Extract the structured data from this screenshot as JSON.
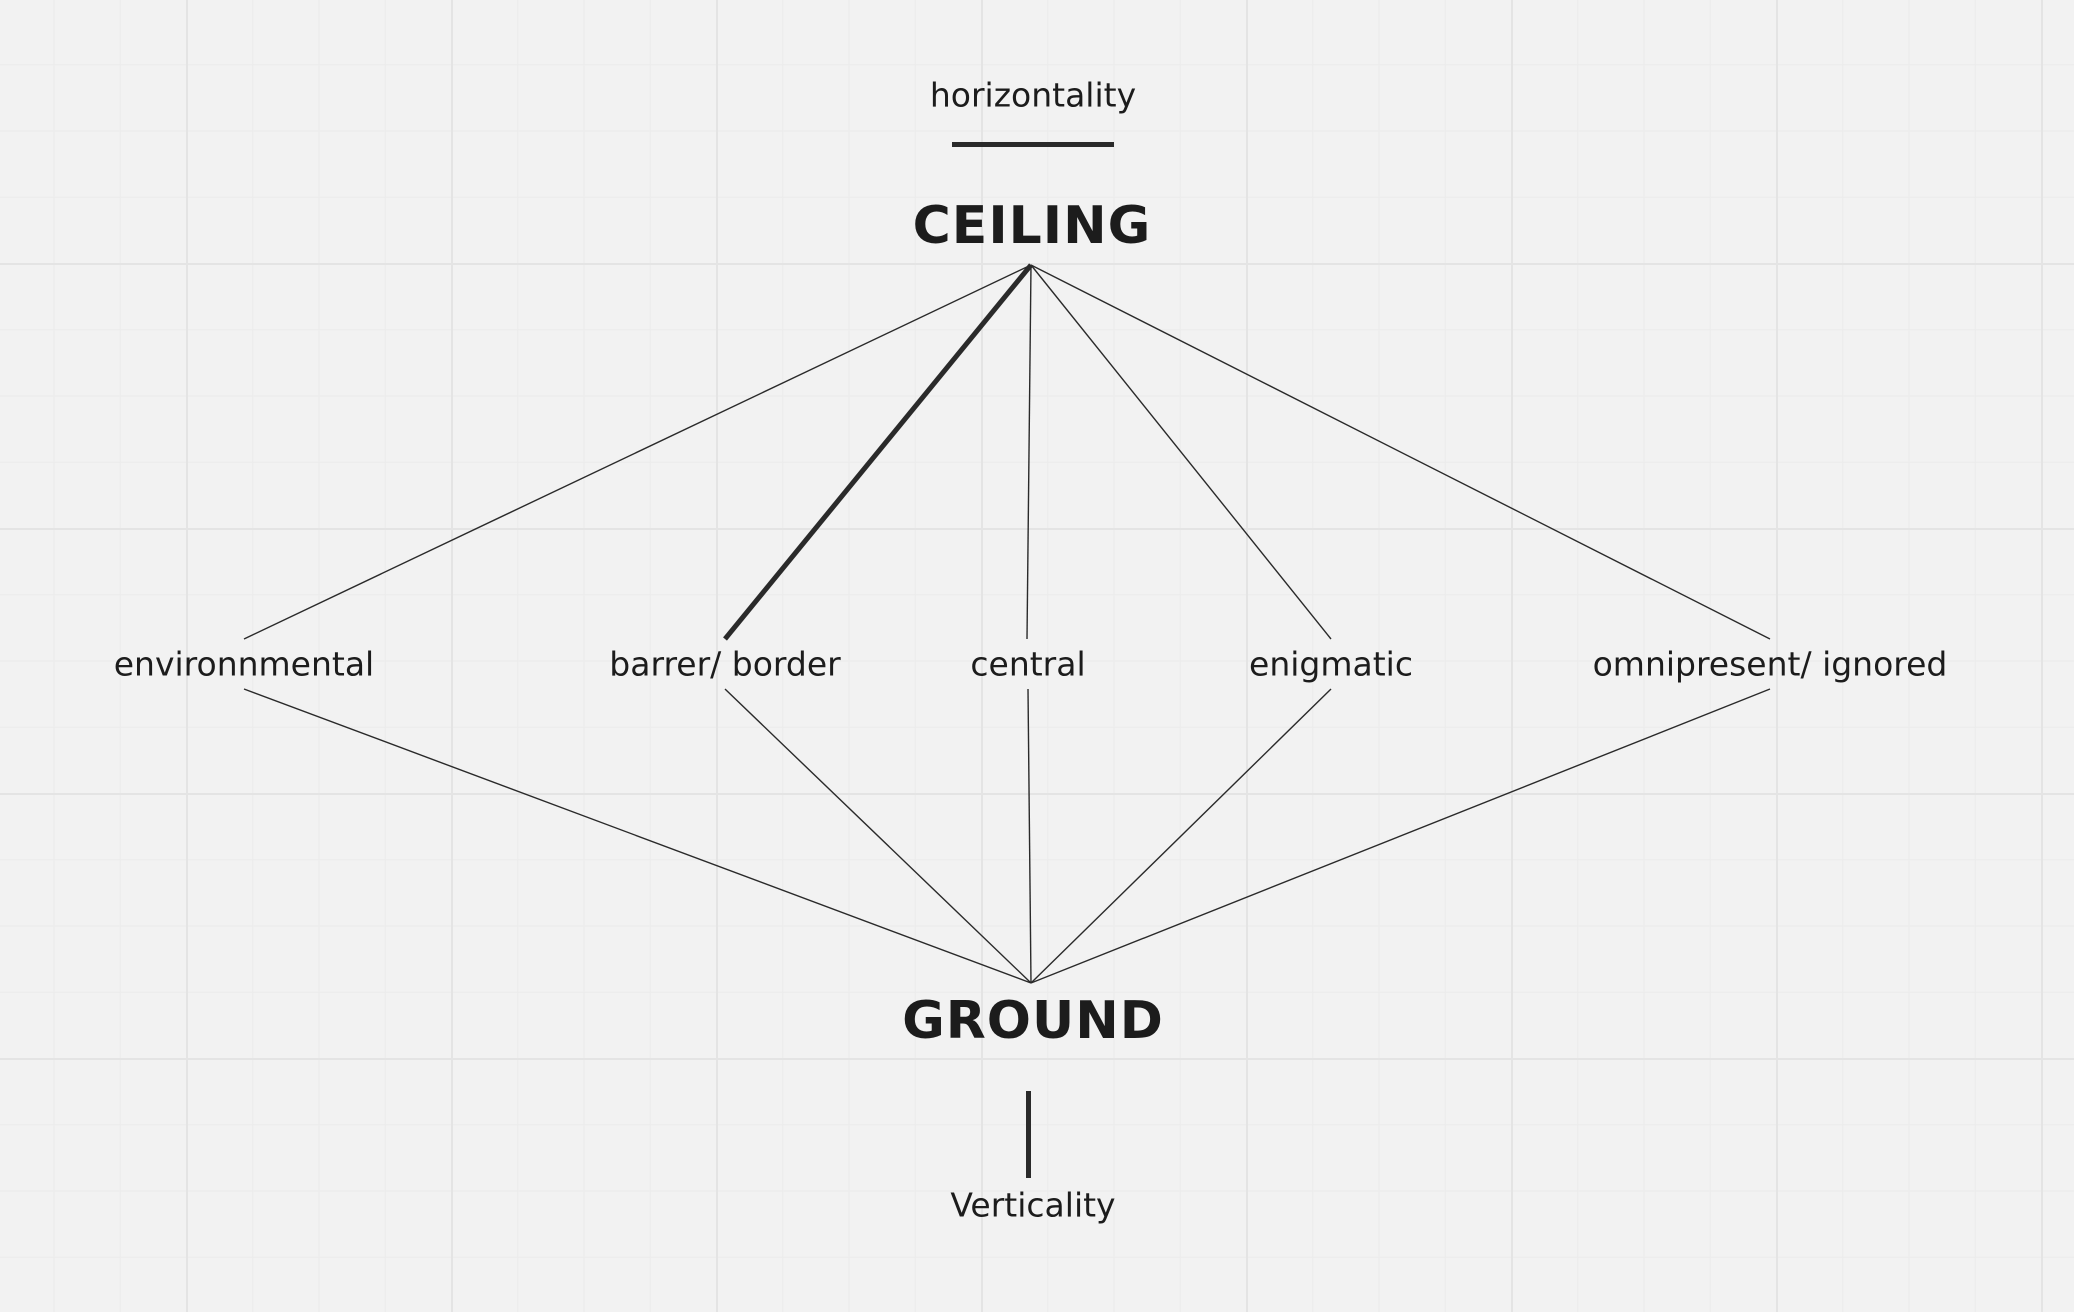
{
  "nodes": {
    "horizontality": "horizontality",
    "ceiling": "CEILING",
    "environmental": "environnmental",
    "barrier": "barrer/ border",
    "central": "central",
    "enigmatic": "enigmatic",
    "omnipresent": "omnipresent/ ignored",
    "ground": "GROUND",
    "verticality": "Verticality"
  },
  "colors": {
    "background": "#f2f2f2",
    "grid": "#e4e4e4",
    "line": "#2a2a2a",
    "text": "#1c1c1c"
  }
}
